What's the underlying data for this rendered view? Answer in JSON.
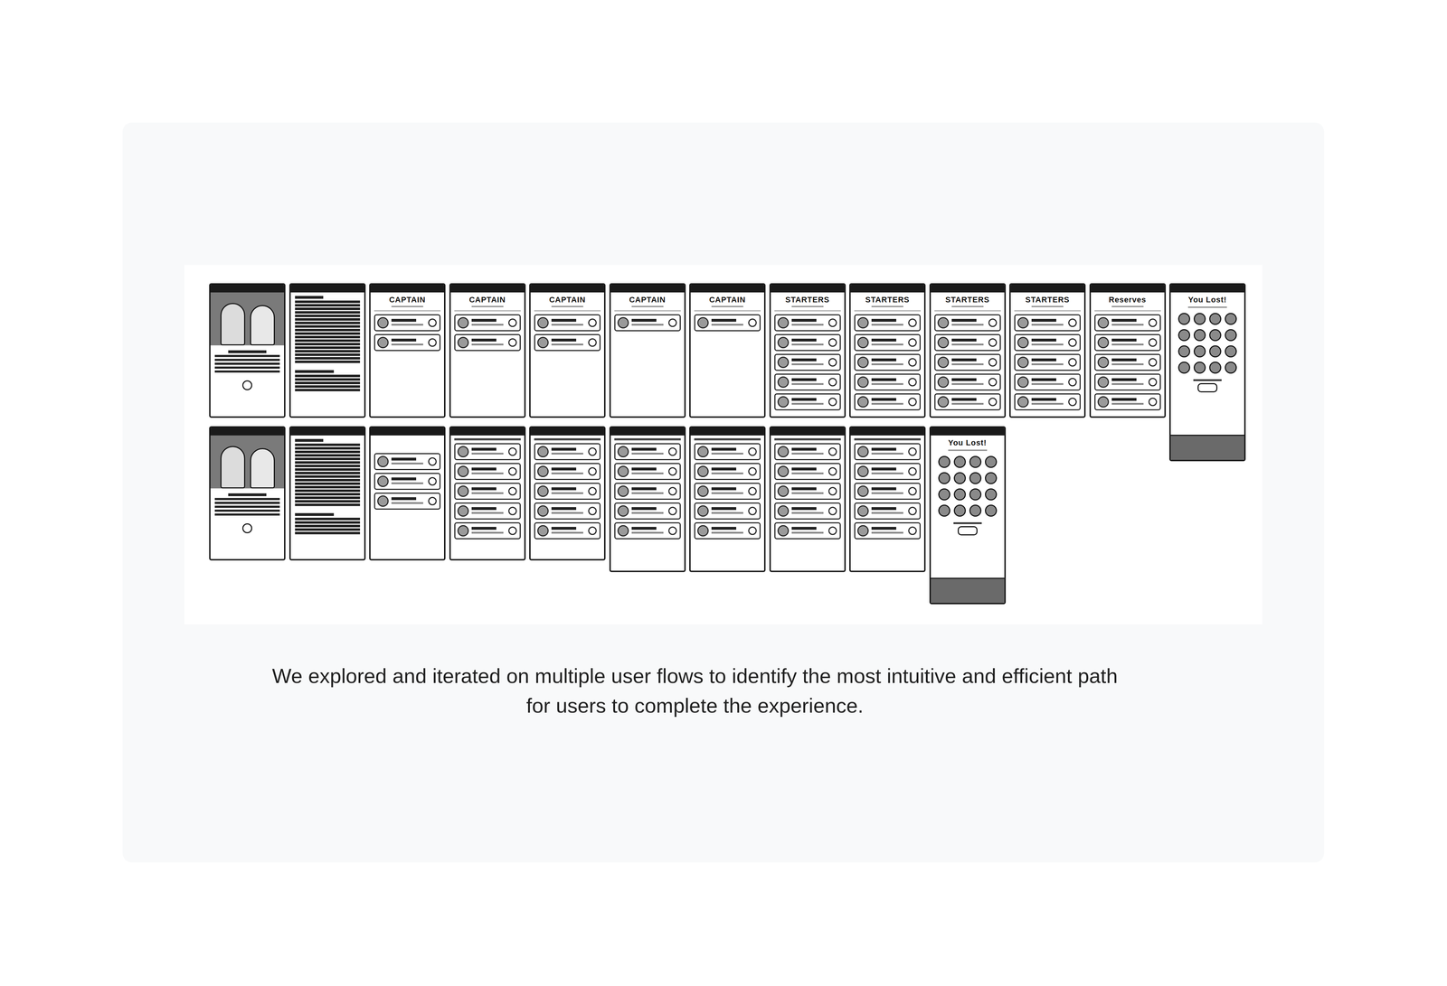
{
  "diagram": {
    "caption": "We explored and iterated on multiple user flows to identify the most intuitive and efficient path for users to complete the experience.",
    "labels": [
      "CAPTAIN",
      "CAPTAIN",
      "CAPTAIN",
      "CAPTAIN",
      "CAPTAIN",
      "STARTERS",
      "STARTERS",
      "STARTERS",
      "STARTERS",
      "Reserves",
      "You Lost!",
      "You Lost!"
    ]
  }
}
